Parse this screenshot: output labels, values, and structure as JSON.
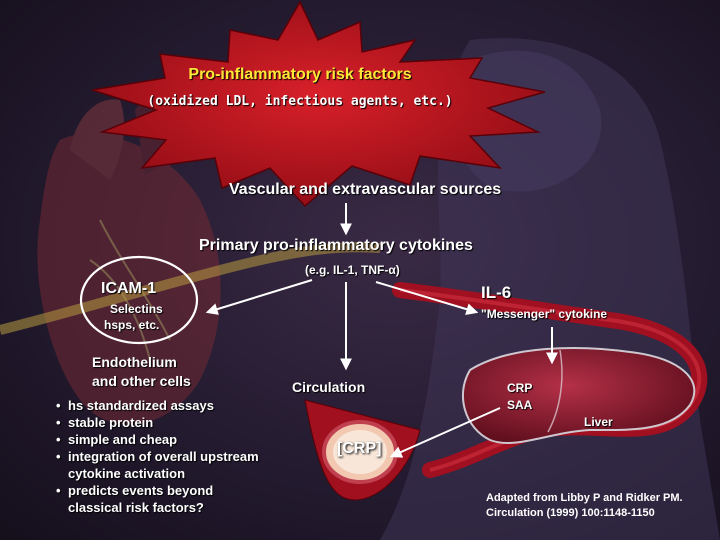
{
  "star": {
    "title": "Pro-inflammatory risk factors",
    "subtitle": "(oxidized LDL, infectious agents, etc.)"
  },
  "sources": "Vascular and extravascular sources",
  "cytokines": {
    "title": "Primary pro-inflammatory cytokines",
    "examples": "(e.g. IL-1, TNF-α)"
  },
  "icam": {
    "title": "ICAM-1",
    "line1": "Selectins",
    "line2": "hsps, etc."
  },
  "il6": {
    "title": "IL-6",
    "subtitle": "\"Messenger\" cytokine"
  },
  "endothelium": {
    "line1": "Endothelium",
    "line2": "and other cells"
  },
  "circulation": "Circulation",
  "crp_box": "[CRP]",
  "liver": {
    "crp": "CRP",
    "saa": "SAA",
    "label": "Liver"
  },
  "bullets": [
    "hs standardized assays",
    "stable protein",
    "simple and cheap",
    "integration of overall upstream",
    "cytokine activation",
    "predicts events beyond",
    "classical risk factors?"
  ],
  "citation": {
    "line1": "Adapted from Libby P and Ridker PM.",
    "line2": "Circulation (1999) 100:1148-1150"
  },
  "colors": {
    "star": "#b0101a",
    "accent_yellow": "#ffe838",
    "vessel_red": "#a01020",
    "liver": "#8b1a2a"
  }
}
